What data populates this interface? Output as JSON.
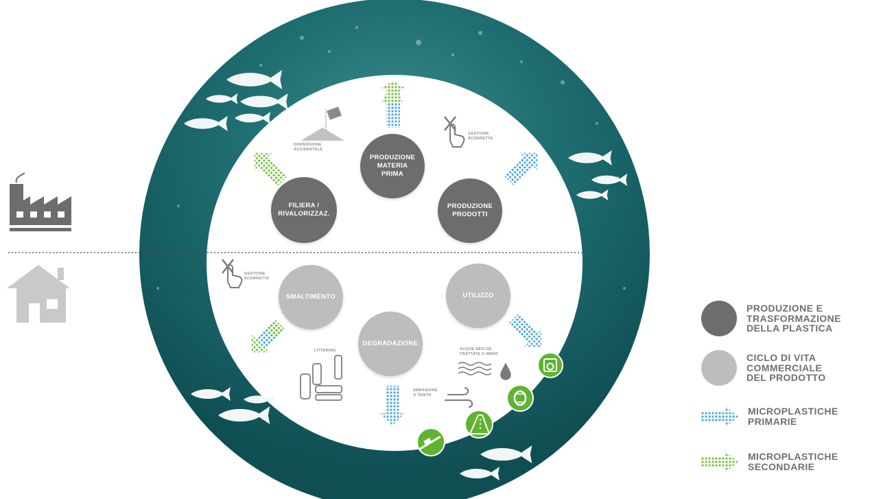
{
  "nodes": {
    "produzione_materia_prima": "PRODUZIONE\nMATERIA\nPRIMA",
    "produzione_prodotti": "PRODUZIONE\nPRODOTTI",
    "filiera": "FILIERA /\nRIVALORIZZAZ.",
    "smaltimento": "SMALTIMENTO",
    "utilizzo": "UTILIZZO",
    "degradazione": "DEGRADAZIONE"
  },
  "captions": {
    "dispersione": "DISPERSIONE\nACCIDENTALE",
    "gestione_top": "GESTIONE\nSCORRETTA",
    "gestione_bottom": "GESTIONE\nSCORRETTA",
    "littering": "LITTERING",
    "acque_reflue": "ACQUE REFLUE\nTRATTATE O MENO",
    "abrasione": "ABRASIONE\nO VENTO"
  },
  "legend": {
    "produzione": "PRODUZIONE E\nTRASFORMAZIONE\nDELLA PLASTICA",
    "ciclo": "CICLO DI VITA\nCOMMERCIALE\nDEL PRODOTTO",
    "primarie": "MICROPLASTICHE\nPRIMARIE",
    "secondarie": "MICROPLASTICHE\nSECONDARIE"
  },
  "colors": {
    "dark_node": "#6d6d6f",
    "light_node": "#bdbdbf",
    "ocean": "#1f6f72",
    "primary_arrow": "#4fa8d8",
    "secondary_arrow": "#7bc043",
    "green_badge": "#5fb332"
  },
  "icons": [
    "factory-icon",
    "house-icon",
    "fish-icon",
    "hand-icon",
    "bottle-icon",
    "water-drop-icon",
    "wind-icon",
    "washing-machine-icon",
    "tire-icon",
    "road-icon",
    "toothbrush-icon"
  ]
}
